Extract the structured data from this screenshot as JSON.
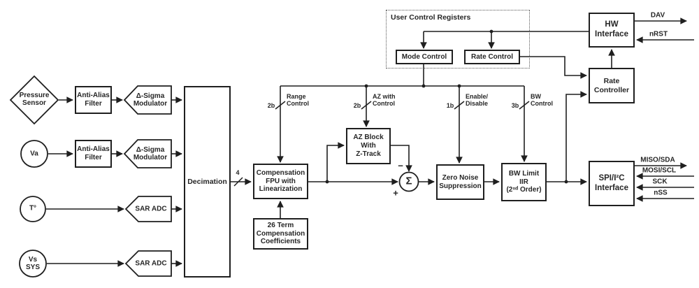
{
  "colors": {
    "line": "#1f1f1f",
    "text": "#262626",
    "background": "#ffffff"
  },
  "sources": {
    "pressure": {
      "label": "Pressure\nSensor"
    },
    "va": {
      "label": "Va"
    },
    "temperature": {
      "label": "T°"
    },
    "vs_sys": {
      "label": "Vs\nSYS"
    }
  },
  "blocks": {
    "anti_alias_filter_1": {
      "label": "Anti-Alias\nFilter"
    },
    "anti_alias_filter_2": {
      "label": "Anti-Alias\nFilter"
    },
    "delta_sigma_modulator_1": {
      "label": "Δ-Sigma\nModulator"
    },
    "delta_sigma_modulator_2": {
      "label": "Δ-Sigma\nModulator"
    },
    "sar_adc_1": {
      "label": "SAR ADC"
    },
    "sar_adc_2": {
      "label": "SAR ADC"
    },
    "decimation": {
      "label": "Decimation"
    },
    "compensation_fpu": {
      "label": "Compensation\nFPU with\nLinearization"
    },
    "compensation_coefficients": {
      "label": "26 Term\nCompensation\nCoefficients"
    },
    "az_block": {
      "label": "AZ Block\nWith\nZ-Track"
    },
    "zero_noise_suppression": {
      "label": "Zero Noise\nSuppression"
    },
    "bw_limit_iir": {
      "label": "BW Limit\nIIR\n(2ⁿᵈ Order)"
    },
    "spi_i2c_interface": {
      "label": "SPI/I²C\nInterface"
    },
    "hw_interface": {
      "label": "HW\nInterface"
    },
    "rate_controller": {
      "label": "Rate\nController"
    },
    "mode_control": {
      "label": "Mode Control"
    },
    "rate_control": {
      "label": "Rate Control"
    }
  },
  "groups": {
    "user_control_registers": {
      "label": "User Control Registers"
    }
  },
  "summer": {
    "symbol": "Σ",
    "minus": "−",
    "plus": "+"
  },
  "bus_taps": {
    "range_control": {
      "bits": "2b",
      "label": "Range\nControl"
    },
    "az_control": {
      "bits": "2b",
      "label": "AZ with\nControl"
    },
    "enable_disable": {
      "bits": "1b",
      "label": "Enable/\nDisable"
    },
    "bw_control": {
      "bits": "3b",
      "label": "BW\nControl"
    }
  },
  "bus_widths": {
    "decimation_output": "4"
  },
  "ports": {
    "dav": {
      "label": "DAV",
      "direction": "output"
    },
    "nrst": {
      "label": "nRST",
      "direction": "input"
    },
    "miso_sda": {
      "label": "MISO/SDA",
      "direction": "output"
    },
    "mosi_scl": {
      "label": "MOSI/SCL",
      "direction": "input"
    },
    "sck": {
      "label": "SCK",
      "direction": "input"
    },
    "nss": {
      "label": "nSS",
      "direction": "input"
    }
  }
}
